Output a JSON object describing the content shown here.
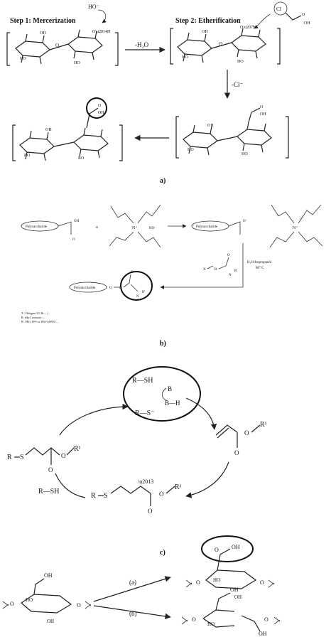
{
  "panel_a": {
    "step1": "Step 1: Mercerization",
    "step2": "Step 2: Etherification",
    "minus_h2o": "-H₂O",
    "minus_cl": "-Cl⁻",
    "ho_minus": "HO⁻",
    "label": "a)"
  },
  "panel_b": {
    "polysaccharide": "Polysaccharide",
    "oh": "OH",
    "plus": "+",
    "n_plus": "N⁺",
    "ho_minus": "HO⁻",
    "o_minus": "O⁻",
    "o": "O",
    "n": "N",
    "r": "R",
    "x": "X",
    "r_prime": "R'",
    "conditions_1": "H₂O/Isopropanol",
    "conditions_2": "80° C",
    "legend_1": "X : Halogen (Cl, Br, ...)",
    "legend_2": "R: alkyl, aromatic, ...",
    "legend_3": "R': PEO, PPO or PEO-bl-PPO ...",
    "label": "b)"
  },
  "panel_c": {
    "r_sh_top": "R—SH",
    "b": "B",
    "b_h": "B—H",
    "r_s_minus": "R—S⁻",
    "r1": "R¹",
    "r": "R",
    "s": "S",
    "o": "O",
    "r_sh_left": "R—SH",
    "label": "c)"
  },
  "panel_d": {
    "route_a": "(a)",
    "route_b": "(b)",
    "oh": "OH",
    "ho": "HO",
    "o": "O",
    "ooh": "OH"
  }
}
